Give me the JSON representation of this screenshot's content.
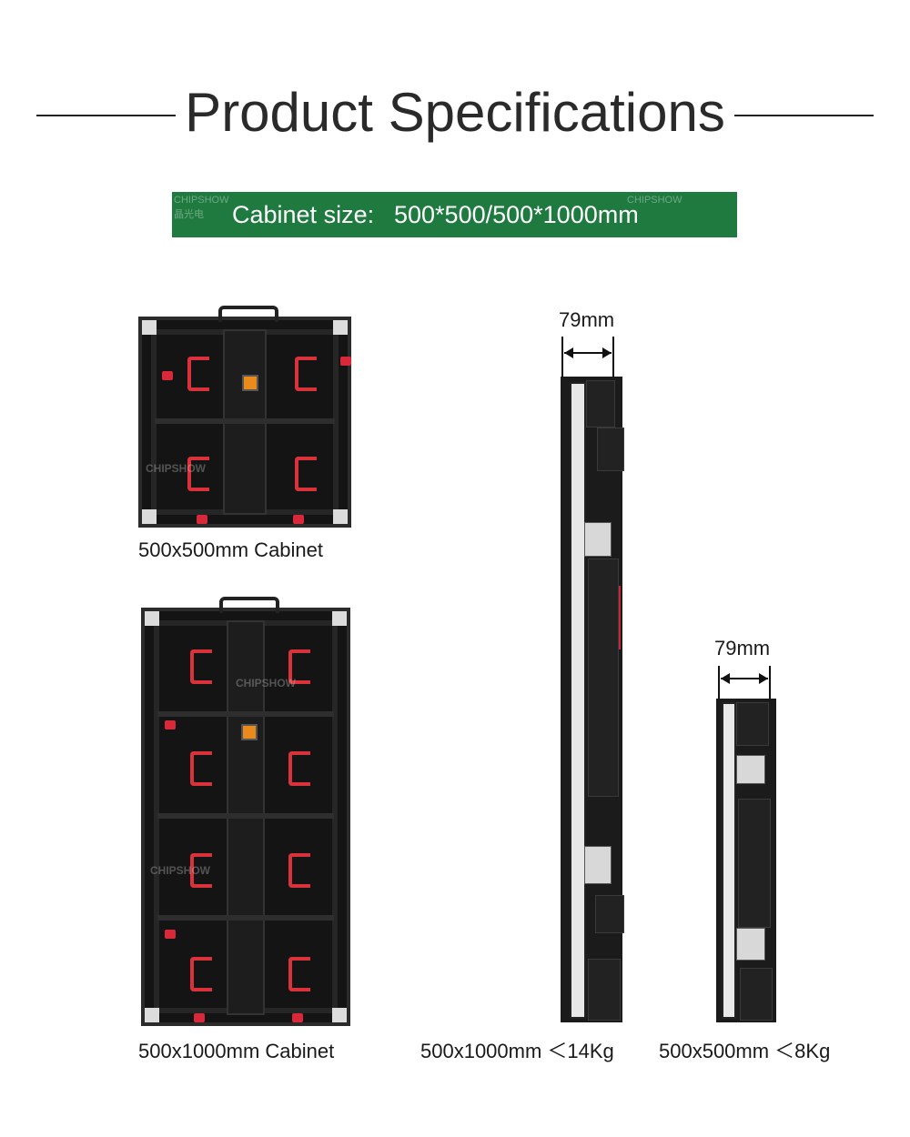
{
  "page_title": "Product Specifications",
  "banner": {
    "label": "Cabinet size:",
    "value": "500*500/500*1000mm",
    "watermark_left": "CHIPSHOW",
    "watermark_left_cn": "晶光电",
    "watermark_right": "CHIPSHOW"
  },
  "cabinets": {
    "small_caption": "500x500mm Cabinet",
    "large_caption": "500x1000mm Cabinet",
    "watermark": "CHIPSHOW"
  },
  "side_views": {
    "tall_depth": "79mm",
    "short_depth": "79mm",
    "tall_caption": "500x1000mm ＜14Kg",
    "short_caption": "500x500mm ＜8Kg"
  },
  "colors": {
    "banner_green": "#1f7a3f",
    "accent_red": "#d8283a",
    "accent_orange": "#e88a1c"
  }
}
